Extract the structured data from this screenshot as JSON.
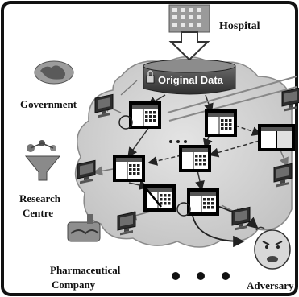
{
  "labels": {
    "hospital": "Hospital",
    "original_data": "Original Data",
    "government": "Government",
    "research_line1": "Research",
    "research_line2": "Centre",
    "pharma_line1": "Pharmaceutical",
    "pharma_line2": "Company",
    "adversary": "Adversary"
  },
  "icons": {
    "hospital": "hospital-building-icon",
    "database": "database-cylinder-icon",
    "lock": "lock-icon",
    "government": "world-map-icon",
    "research": "molecule-funnel-icon",
    "pharma": "handshake-icon",
    "adversary": "angry-face-icon",
    "computer": "computer-monitor-icon",
    "dataset": "data-table-window-icon"
  },
  "colors": {
    "cloud_fill": "#d2d2d2",
    "cloud_stroke": "#8a8a8a",
    "database_fill": "#4a4a4a",
    "border": "#111111"
  }
}
